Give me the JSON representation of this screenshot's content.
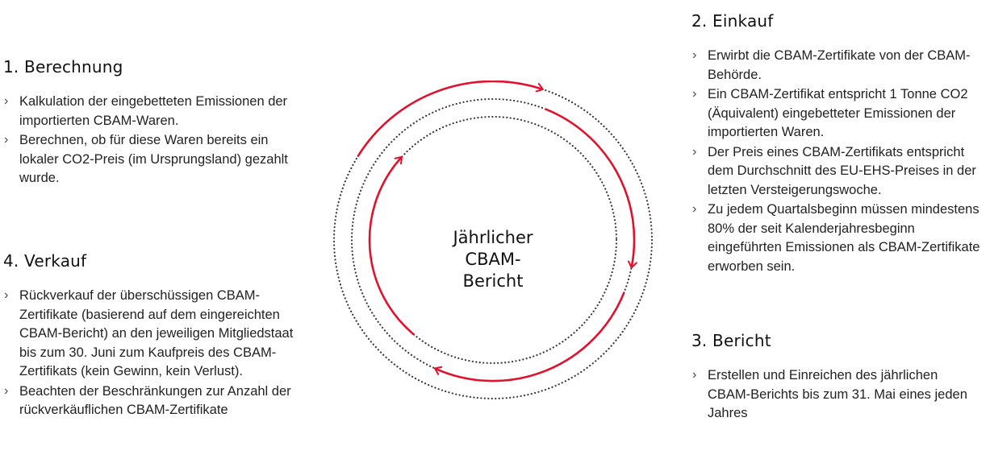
{
  "colors": {
    "accent": "#e1122e",
    "dots": "#3a3a3a",
    "text": "#222222"
  },
  "center": {
    "line1": "Jährlicher",
    "line2": "CBAM-",
    "line3": "Bericht"
  },
  "steps": [
    {
      "title": "1. Berechnung",
      "items": [
        "Kalkulation der eingebetteten Emissionen der importierten CBAM-Waren.",
        "Berechnen, ob für diese Waren bereits ein lokaler CO2-Preis (im Ursprungsland) gezahlt wurde."
      ]
    },
    {
      "title": "2. Einkauf",
      "items": [
        "Erwirbt die CBAM-Zertifikate von der CBAM-Behörde.",
        "Ein CBAM-Zertifikat entspricht 1 Tonne CO2 (Äquivalent) eingebetteter Emissionen der importierten Waren.",
        "Der Preis eines CBAM-Zertifikats entspricht dem Durchschnitt des EU-EHS-Preises in der letzten Versteigerungswoche.",
        "Zu jedem Quartalsbeginn müssen mindestens 80% der seit Kalenderjahresbeginn eingeführten Emissionen als CBAM-Zertifikate erworben sein."
      ]
    },
    {
      "title": "3. Bericht",
      "items": [
        "Erstellen und Einreichen des jährlichen CBAM-Berichts bis zum 31. Mai eines jeden Jahres"
      ]
    },
    {
      "title": "4. Verkauf",
      "items": [
        "Rückverkauf der überschüssigen CBAM-Zertifikate (basierend auf dem eingereichten CBAM-Bericht) an den jeweiligen Mitgliedstaat bis zum 30. Juni zum Kaufpreis des CBAM-Zertifikats (kein Gewinn, kein Verlust).",
        "Beachten der Beschränkungen zur Anzahl der rückverkäuflichen CBAM-Zertifikate"
      ]
    }
  ]
}
